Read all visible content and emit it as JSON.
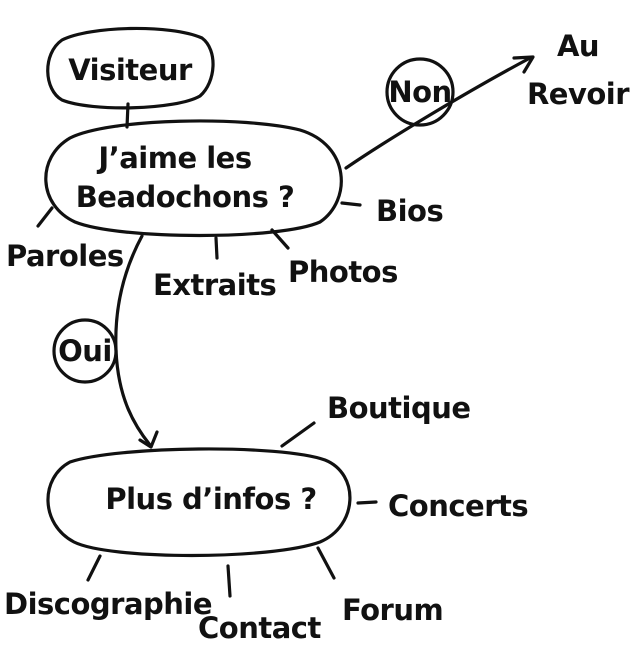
{
  "nodes": {
    "visiteur": "Visiteur",
    "question_line1": "J’aime les",
    "question_line2": "Beadochons ?",
    "non": "Non",
    "oui": "Oui",
    "au_revoir_line1": "Au",
    "au_revoir_line2": "Revoir",
    "plus_infos": "Plus d’infos ?"
  },
  "links_top": {
    "bios": "Bios",
    "paroles": "Paroles",
    "extraits": "Extraits",
    "photos": "Photos"
  },
  "links_bottom": {
    "boutique": "Boutique",
    "concerts": "Concerts",
    "discographie": "Discographie",
    "contact": "Contact",
    "forum": "Forum"
  }
}
